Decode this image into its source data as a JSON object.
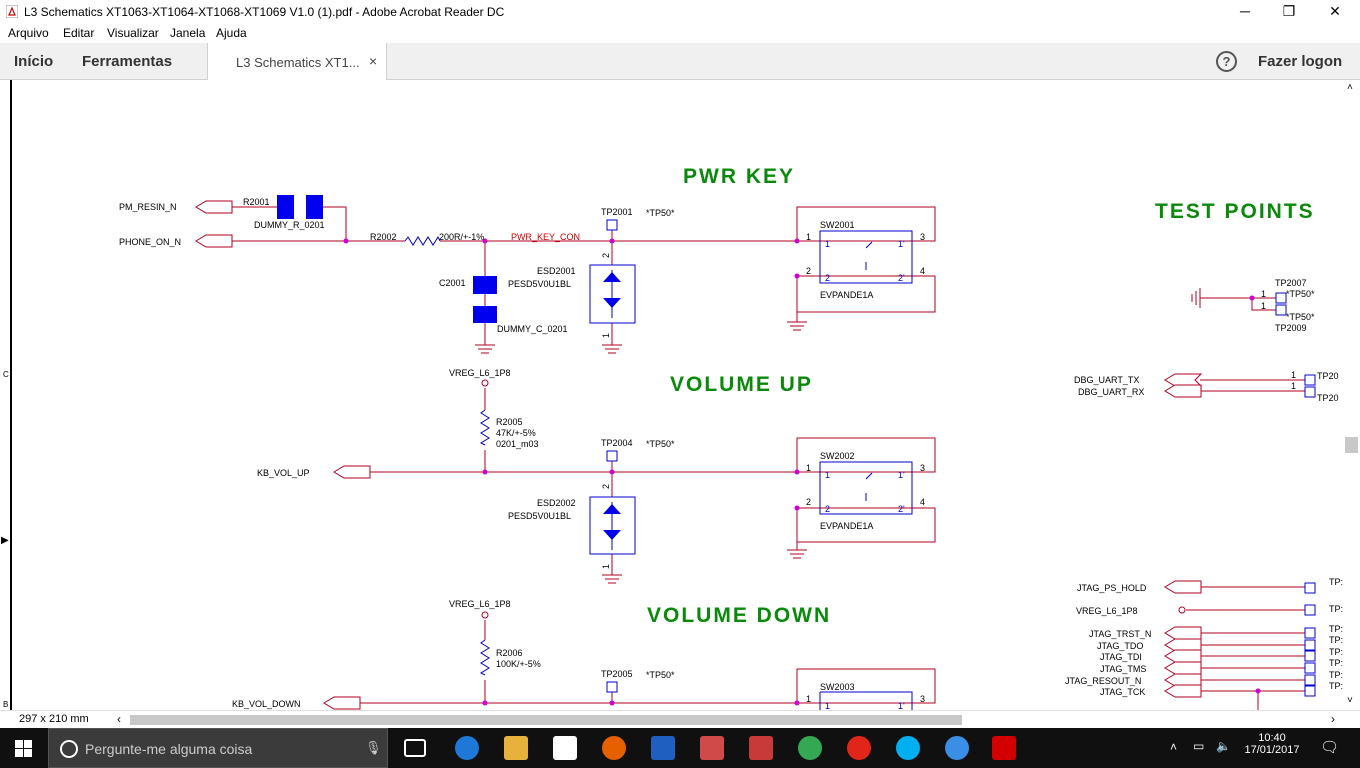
{
  "window": {
    "title": "L3 Schematics XT1063-XT1064-XT1068-XT1069 V1.0 (1).pdf - Adobe Acrobat Reader DC",
    "minimize": "─",
    "maximize": "❐",
    "close": "✕"
  },
  "menu": [
    "Arquivo",
    "Editar",
    "Visualizar",
    "Janela",
    "Ajuda"
  ],
  "tabs": {
    "home": "Início",
    "tools": "Ferramentas",
    "document": "L3 Schematics XT1...",
    "close": "×",
    "help": "?",
    "login": "Fazer logon"
  },
  "left_ruler": [
    "C",
    "B"
  ],
  "status": {
    "page_size": "297 x 210 mm"
  },
  "taskbar": {
    "search_placeholder": "Pergunte-me alguma coisa",
    "time": "10:40",
    "date": "17/01/2017",
    "apps": [
      "task-view",
      "edge",
      "file-explorer",
      "store",
      "firefox",
      "security",
      "app-a",
      "app-b",
      "chrome",
      "motorola",
      "skype",
      "network-app",
      "acrobat"
    ]
  },
  "schematic": {
    "headings": {
      "pwr_key": "PWR KEY",
      "volume_up": "VOLUME UP",
      "volume_down": "VOLUME DOWN",
      "test_points": "TEST POINTS"
    },
    "colors": {
      "heading": "#0a8a0a",
      "wire": "#b00020",
      "component": "#0000cc",
      "net_label": "#cc0000"
    },
    "pwr": {
      "pm_resin": "PM_RESIN_N",
      "phone_on": "PHONE_ON_N",
      "r2001": "R2001",
      "r2001_val": "DUMMY_R_0201",
      "r2002": "R2002",
      "r2002_val": "200R/+-1%",
      "net": "PWR_KEY_CON",
      "c2001": "C2001",
      "c2001_val": "DUMMY_C_0201",
      "tp": "TP2001",
      "tp_attr": "*TP50*",
      "esd": "ESD2001",
      "esd_val": "PESD5V0U1BL",
      "sw": "SW2001",
      "sw_val": "EVPANDE1A"
    },
    "volup": {
      "vreg": "VREG_L6_1P8",
      "r": "R2005",
      "r_v1": "47K/+-5%",
      "r_v2": "0201_m03",
      "tp": "TP2004",
      "tp_attr": "*TP50*",
      "net": "KB_VOL_UP",
      "esd": "ESD2002",
      "esd_val": "PESD5V0U1BL",
      "sw": "SW2002",
      "sw_val": "EVPANDE1A"
    },
    "voldown": {
      "vreg": "VREG_L6_1P8",
      "r": "R2006",
      "r_v1": "100K/+-5%",
      "tp": "TP2005",
      "tp_attr": "*TP50*",
      "net": "KB_VOL_DOWN",
      "sw": "SW2003"
    },
    "pins": {
      "p1": "1",
      "p2": "2",
      "p3": "3",
      "p4": "4",
      "p1p": "1'",
      "p2p": "2'"
    },
    "test_points": {
      "tp2007": "TP2007",
      "tp2009": "TP2009",
      "tp50a": "*TP50*",
      "tp50b": "*TP50*",
      "uart_tx": "DBG_UART_TX",
      "uart_rx": "DBG_UART_RX",
      "tp20a": "TP20",
      "tp20b": "TP20",
      "jtag_ps_hold": "JTAG_PS_HOLD",
      "vreg": "VREG_L6_1P8",
      "jtag_trst": "JTAG_TRST_N",
      "jtag_tdo": "JTAG_TDO",
      "jtag_tdi": "JTAG_TDI",
      "jtag_tms": "JTAG_TMS",
      "jtag_resout": "JTAG_RESOUT_N",
      "jtag_tck": "JTAG_TCK",
      "tp_short": "TP:"
    }
  }
}
